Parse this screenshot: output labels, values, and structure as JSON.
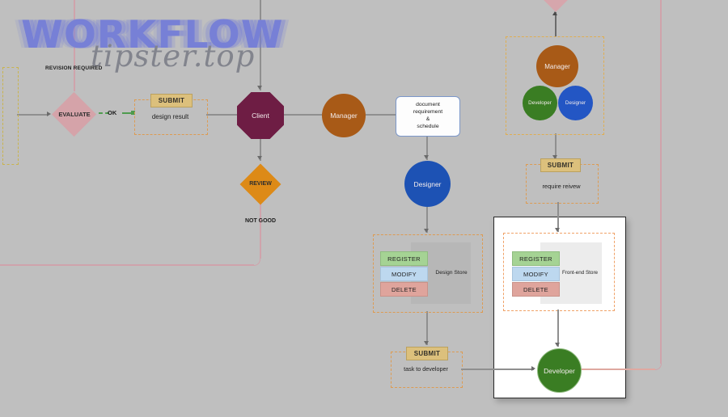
{
  "watermark": {
    "title": "WORKFLOW",
    "subtitle": "tipster.top"
  },
  "labels": {
    "revision_required": "REVISION REQUIRED",
    "ok": "OK",
    "not_good": "NOT GOOD"
  },
  "nodes": {
    "evaluate": "EVALUATE",
    "client": "Client",
    "manager": "Manager",
    "document_requirement": "document\nrequirement\n&\nschedule",
    "review": "REVIEW",
    "designer": "Designer",
    "developer": "Developer"
  },
  "team": {
    "manager": "Manager",
    "developer": "Developer",
    "designer": "Designer"
  },
  "submit_boxes": {
    "design_result": {
      "tag": "SUBMIT",
      "text": "design result"
    },
    "task_to_developer": {
      "tag": "SUBMIT",
      "text": "task to developer"
    },
    "require_review": {
      "tag": "SUBMIT",
      "text": "require reivew"
    }
  },
  "stores": [
    {
      "name": "Design Store",
      "buttons": [
        "REGISTER",
        "MODIFY",
        "DELETE"
      ]
    },
    {
      "name": "Front-end Store",
      "buttons": [
        "REGISTER",
        "MODIFY",
        "DELETE"
      ]
    }
  ],
  "colors": {
    "background": "#bfbfbf",
    "watermark_blue": "#7780d6",
    "watermark_gray": "#82848d",
    "evaluate_pink": "#d5a3a9",
    "client_maroon": "#6e1d44",
    "manager_orange": "#a85a17",
    "review_orange": "#dd8a17",
    "designer_blue": "#1d52b4",
    "developer_green": "#3a7d23",
    "submit_tan": "#dcc07c",
    "register_green": "#a5d394",
    "modify_blue": "#bdd8ef",
    "delete_red": "#dfa49c",
    "dashed_orange": "#dd9b52",
    "pink_connector": "#cfa3ab",
    "ok_green": "#4e9b4e"
  }
}
